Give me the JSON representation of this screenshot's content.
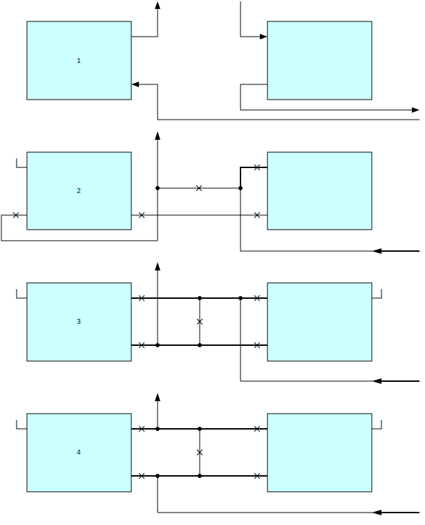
{
  "diagram": {
    "colors": {
      "box_fill": "#ccffff",
      "line": "#000000",
      "background": "#ffffff"
    },
    "schemes": [
      {
        "label": "1"
      },
      {
        "label": "2"
      },
      {
        "label": "3"
      },
      {
        "label": "4"
      }
    ]
  }
}
